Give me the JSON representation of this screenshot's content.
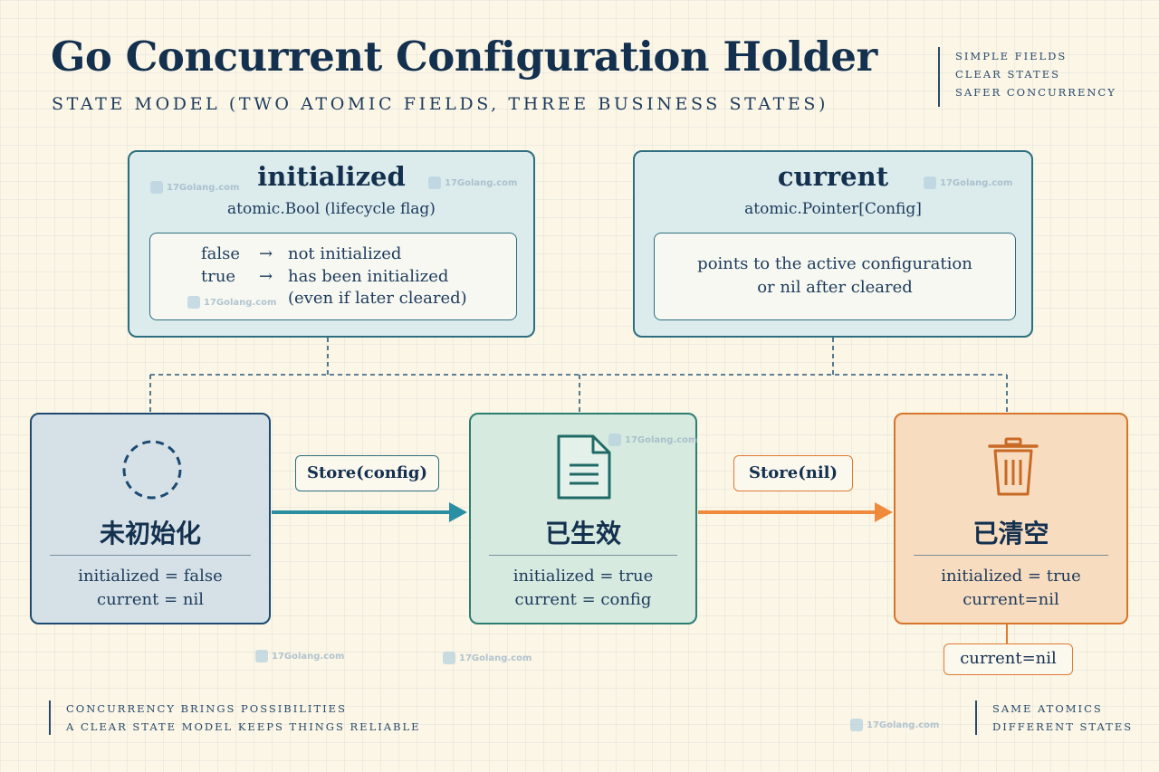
{
  "header": {
    "title": "Go Concurrent Configuration Holder",
    "subtitle": "STATE MODEL (TWO ATOMIC FIELDS, THREE BUSINESS STATES)",
    "tags": [
      "SIMPLE FIELDS",
      "CLEAR STATES",
      "SAFER CONCURRENCY"
    ]
  },
  "fields": {
    "initialized": {
      "name": "initialized",
      "type": "atomic.Bool (lifecycle flag)",
      "values": [
        {
          "value": "false",
          "arrow": "→",
          "meaning": "not initialized"
        },
        {
          "value": "true",
          "arrow": "→",
          "meaning": "has been initialized"
        }
      ],
      "note": "(even if later cleared)"
    },
    "current": {
      "name": "current",
      "type": "atomic.Pointer[Config]",
      "desc_lines": [
        "points to the active configuration",
        "or nil after cleared"
      ]
    }
  },
  "states": [
    {
      "name": "未初始化",
      "lines": [
        "initialized = false",
        "current = nil"
      ],
      "icon": "dashed-circle-icon"
    },
    {
      "name": "已生效",
      "lines": [
        "initialized = true",
        "current = config"
      ],
      "icon": "document-icon"
    },
    {
      "name": "已清空",
      "lines": [
        "initialized = true",
        "current=nil"
      ],
      "icon": "trash-icon"
    }
  ],
  "transitions": [
    {
      "label": "Store(config)",
      "color": "#2a8fa3"
    },
    {
      "label": "Store(nil)",
      "color": "#ef8a3c"
    }
  ],
  "callout": "current=nil",
  "footer": {
    "left": [
      "CONCURRENCY BRINGS POSSIBILITIES",
      "A CLEAR STATE MODEL KEEPS THINGS RELIABLE"
    ],
    "right": [
      "SAME ATOMICS",
      "DIFFERENT STATES"
    ]
  },
  "watermark": "17Golang.com",
  "colors": {
    "navy": "#14304f",
    "teal": "#2d6e80",
    "green": "#2d7e72",
    "orange": "#d7752c"
  }
}
